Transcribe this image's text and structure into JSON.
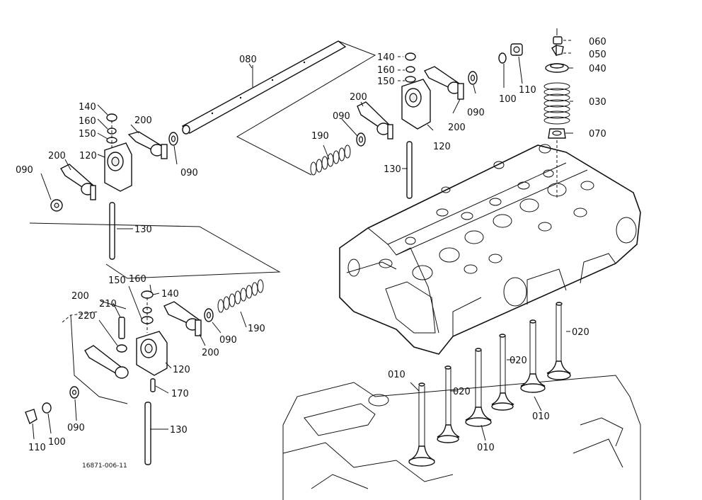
{
  "diagram": {
    "drawing_code": "16871-006-11",
    "labels": {
      "l010a": "010",
      "l010b": "010",
      "l010c": "010",
      "l020a": "020",
      "l020b": "020",
      "l020c": "020",
      "l030": "030",
      "l040": "040",
      "l050": "050",
      "l060": "060",
      "l070": "070",
      "l080": "080",
      "l090a": "090",
      "l090b": "090",
      "l090c": "090",
      "l090d": "090",
      "l090e": "090",
      "l090f": "090",
      "l100a": "100",
      "l100b": "100",
      "l110a": "110",
      "l110b": "110",
      "l120a": "120",
      "l120b": "120",
      "l120c": "120",
      "l130a": "130",
      "l130b": "130",
      "l130c": "130",
      "l140a": "140",
      "l140b": "140",
      "l140c": "140",
      "l150a": "150",
      "l150b": "150",
      "l150c": "150",
      "l160a": "160",
      "l160b": "160",
      "l160c": "160",
      "l170": "170",
      "l190a": "190",
      "l190b": "190",
      "l200a": "200",
      "l200b": "200",
      "l200c": "200",
      "l200d": "200",
      "l200e": "200",
      "l200f": "200",
      "l210": "210",
      "l220": "220"
    }
  }
}
